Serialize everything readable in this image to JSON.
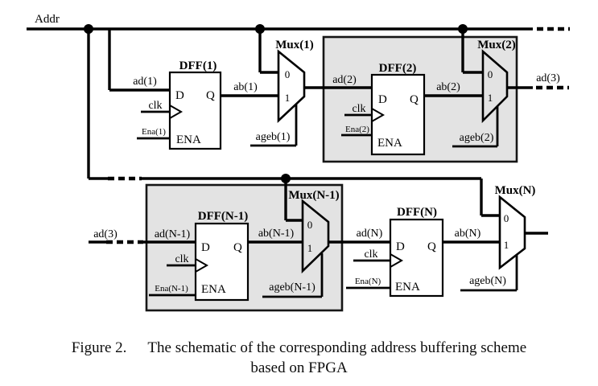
{
  "figure": {
    "addr_label": "Addr",
    "out_top_label": "ad(3)",
    "in_bottom_label": "ad(3)"
  },
  "stages": [
    {
      "dff": "DFF(1)",
      "mux": "Mux(1)",
      "ad": "ad(1)",
      "ab": "ab(1)",
      "clk": "clk",
      "ena_sig": "Ena(1)",
      "d": "D",
      "q": "Q",
      "ena_port": "ENA",
      "in0": "0",
      "in1": "1",
      "ageb": "ageb(1)"
    },
    {
      "dff": "DFF(2)",
      "mux": "Mux(2)",
      "ad": "ad(2)",
      "ab": "ab(2)",
      "clk": "clk",
      "ena_sig": "Ena(2)",
      "d": "D",
      "q": "Q",
      "ena_port": "ENA",
      "in0": "0",
      "in1": "1",
      "ageb": "ageb(2)"
    },
    {
      "dff": "DFF(N-1)",
      "mux": "Mux(N-1)",
      "ad": "ad(N-1)",
      "ab": "ab(N-1)",
      "clk": "clk",
      "ena_sig": "Ena(N-1)",
      "d": "D",
      "q": "Q",
      "ena_port": "ENA",
      "in0": "0",
      "in1": "1",
      "ageb": "ageb(N-1)"
    },
    {
      "dff": "DFF(N)",
      "mux": "Mux(N)",
      "ad": "ad(N)",
      "ab": "ab(N)",
      "clk": "clk",
      "ena_sig": "Ena(N)",
      "d": "D",
      "q": "Q",
      "ena_port": "ENA",
      "in0": "0",
      "in1": "1",
      "ageb": "ageb(N)"
    }
  ],
  "caption": {
    "fig_label": "Figure 2.",
    "text": "The schematic of the corresponding address buffering scheme",
    "line2": "based on FPGA"
  },
  "colors": {
    "line": "#000000",
    "shaded_region": "#e3e3e3",
    "background": "#ffffff"
  }
}
